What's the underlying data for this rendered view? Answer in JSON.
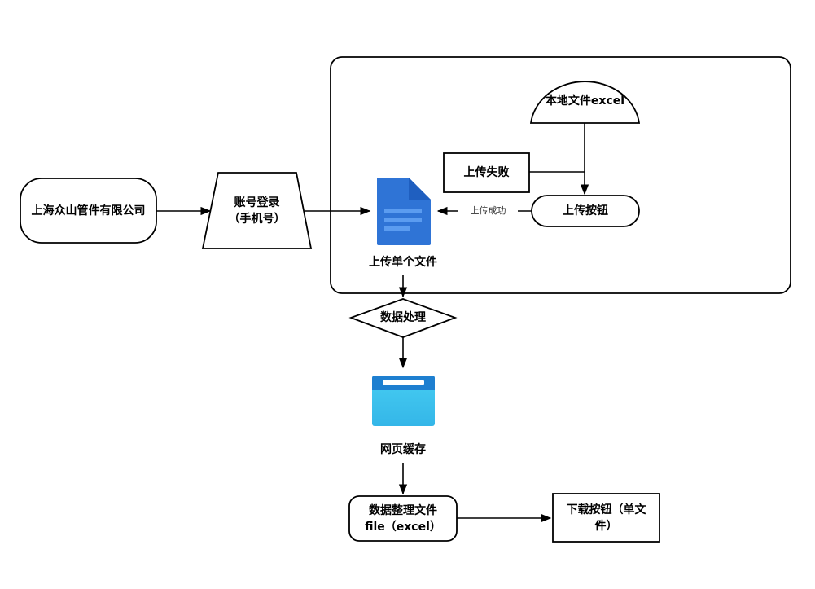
{
  "nodes": {
    "company": "上海众山管件有限公司",
    "login_line1": "账号登录",
    "login_line2": "（手机号）",
    "local_file": "本地文件excel",
    "upload_fail": "上传失败",
    "upload_button": "上传按钮",
    "upload_single_file": "上传单个文件",
    "data_processing": "数据处理",
    "web_cache": "网页缓存",
    "organize_line1": "数据整理文件",
    "organize_line2": "file（excel）",
    "download_line1": "下载按钮（单文",
    "download_line2": "件）"
  },
  "edges": {
    "upload_success": "上传成功"
  },
  "colors": {
    "stroke": "#000000",
    "doc_blue": "#2f74d6",
    "doc_fold": "#1f5fc0",
    "doc_lines": "#5b9cf0",
    "cache_top": "#1e7fd0",
    "cache_body": "#3fc3ee"
  }
}
